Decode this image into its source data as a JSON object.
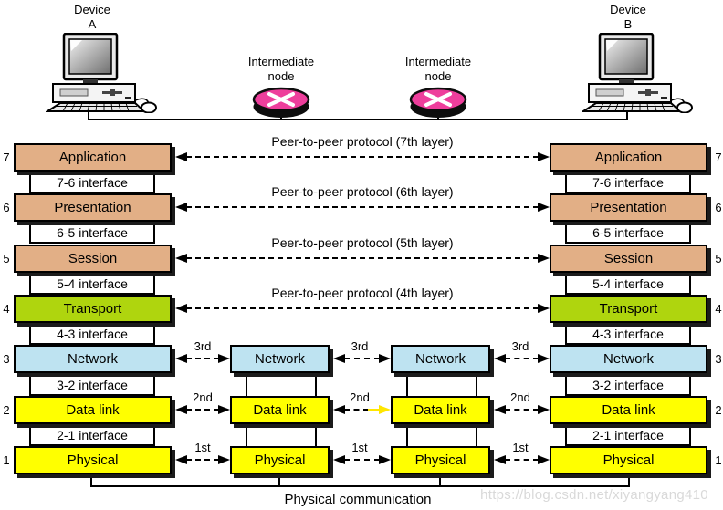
{
  "top": {
    "device_a": {
      "line1": "Device",
      "line2": "A"
    },
    "device_b": {
      "line1": "Device",
      "line2": "B"
    },
    "node1": {
      "line1": "Intermediate",
      "line2": "node"
    },
    "node2": {
      "line1": "Intermediate",
      "line2": "node"
    }
  },
  "left_stack": {
    "numbers": [
      "7",
      "6",
      "5",
      "4",
      "3",
      "2",
      "1"
    ],
    "layers": [
      "Application",
      "Presentation",
      "Session",
      "Transport",
      "Network",
      "Data link",
      "Physical"
    ],
    "interfaces": [
      "7-6 interface",
      "6-5 interface",
      "5-4 interface",
      "4-3 interface",
      "3-2 interface",
      "2-1 interface"
    ]
  },
  "right_stack": {
    "numbers": [
      "7",
      "6",
      "5",
      "4",
      "3",
      "2",
      "1"
    ],
    "layers": [
      "Application",
      "Presentation",
      "Session",
      "Transport",
      "Network",
      "Data link",
      "Physical"
    ],
    "interfaces": [
      "7-6 interface",
      "6-5 interface",
      "5-4 interface",
      "4-3 interface",
      "3-2 interface",
      "2-1 interface"
    ]
  },
  "mid_stack1": {
    "layers": [
      "Network",
      "Data link",
      "Physical"
    ]
  },
  "mid_stack2": {
    "layers": [
      "Network",
      "Data link",
      "Physical"
    ]
  },
  "protocol_labels": [
    "Peer-to-peer protocol (7th layer)",
    "Peer-to-peer protocol (6th layer)",
    "Peer-to-peer protocol (5th layer)",
    "Peer-to-peer protocol (4th layer)"
  ],
  "hops": {
    "a": [
      "3rd",
      "2nd",
      "1st"
    ],
    "b": [
      "3rd",
      "2nd",
      "1st"
    ],
    "c": [
      "3rd",
      "2nd",
      "1st"
    ]
  },
  "bottom": {
    "label": "Physical communication",
    "watermark": "https://blog.csdn.net/xiyangyang410"
  },
  "colors": {
    "upper_layers": "#E2AF86",
    "transport": "#AFD50E",
    "network": "#BEE3F1",
    "lower_layers": "#FFFF00",
    "node_pink": "#EE3E9C",
    "arrow_yellow": "#FFE600",
    "watermark_gray": "#D9D9D9"
  }
}
